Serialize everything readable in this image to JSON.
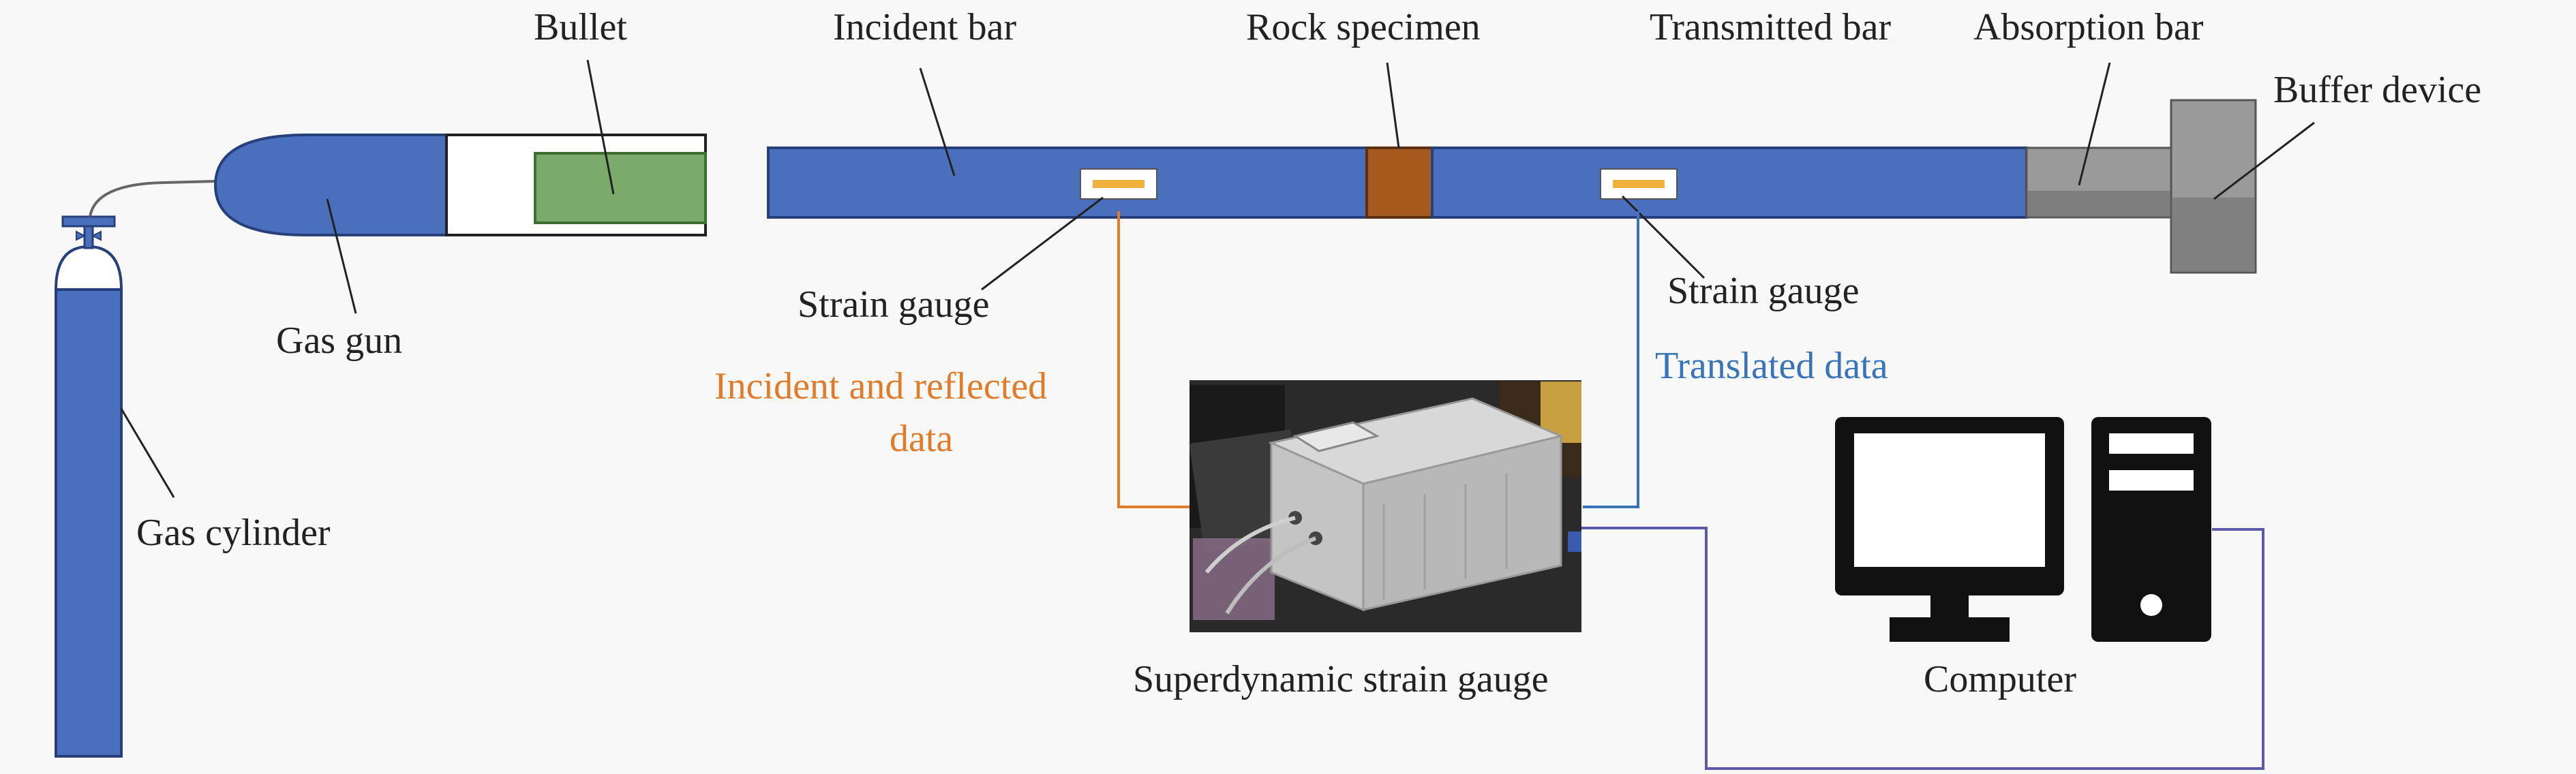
{
  "labels": {
    "bullet": "Bullet",
    "incident_bar": "Incident bar",
    "rock_specimen": "Rock specimen",
    "transmitted_bar": "Transmitted bar",
    "absorption_bar": "Absorption bar",
    "buffer_device": "Buffer device",
    "strain_gauge_left": "Strain gauge",
    "strain_gauge_right": "Strain gauge",
    "gas_gun": "Gas gun",
    "gas_cylinder": "Gas cylinder",
    "incident_reflected_line1": "Incident and reflected",
    "incident_reflected_line2": "data",
    "translated_data": "Translated data",
    "superdynamic": "Superdynamic strain gauge",
    "computer": "Computer"
  },
  "colors": {
    "bar_blue": "#4a6fbd",
    "bar_stroke": "#27407a",
    "bullet_green": "#7bab6a",
    "specimen_brown": "#a65a20",
    "gauge_orange": "#f0b23c",
    "absorption_gray": "#9a9a9a",
    "buffer_gray": "#8f8f8f",
    "wire_orange": "#e07b2a",
    "wire_blue": "#3a74b8",
    "wire_purple": "#5a5aa8",
    "computer_black": "#111111"
  }
}
